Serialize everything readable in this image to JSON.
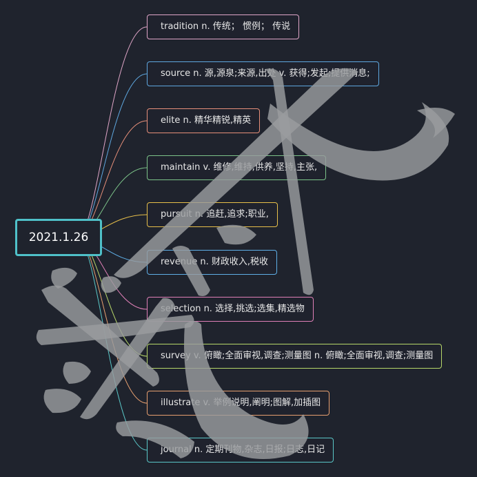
{
  "root": {
    "label": "2021.1.26"
  },
  "nodes": [
    {
      "label": "tradition n. 传统； 惯例； 传说",
      "color": "#e0a6c8"
    },
    {
      "label": "source n. 源,源泉;来源,出处 v. 获得;发起;提供消息;",
      "color": "#5fa8e0"
    },
    {
      "label": "elite n. 精华精锐,精英",
      "color": "#e8907a"
    },
    {
      "label": "maintain v. 维修,维持,供养,坚持,主张,",
      "color": "#7dc48a"
    },
    {
      "label": "pursuit n. 追赶,追求;职业,",
      "color": "#e8c04a"
    },
    {
      "label": "revenue n. 财政收入,税收",
      "color": "#5fb0e8"
    },
    {
      "label": "selection n. 选择,挑选;选集,精选物",
      "color": "#e080b8"
    },
    {
      "label": "survey v. 俯瞰;全面审视,调查;测量图 n. 俯瞰;全面审视,调查;测量图",
      "color": "#b8d86a"
    },
    {
      "label": "illustrate v. 举例说明,阐明;图解,加插图",
      "color": "#e8a070"
    },
    {
      "label": "journal n. 定期刊物,杂志,日报;日志,日记",
      "color": "#5ac8c8"
    }
  ]
}
